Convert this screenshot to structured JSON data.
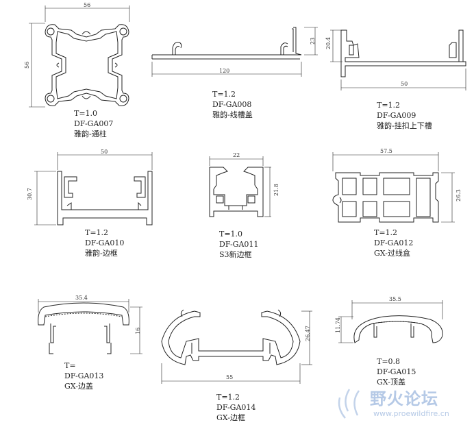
{
  "profiles": [
    {
      "id": "ga007",
      "lines": [
        "T=1.0",
        "DF-GA007",
        "雅韵-通柱"
      ],
      "dims": [
        "56",
        "56"
      ]
    },
    {
      "id": "ga008",
      "lines": [
        "T=1.2",
        "DF-GA008",
        "雅韵-线槽盖"
      ],
      "dims": [
        "23",
        "120"
      ]
    },
    {
      "id": "ga009",
      "lines": [
        "T=1.2",
        "DF-GA009",
        "雅韵-挂扣上下槽"
      ],
      "dims": [
        "20.4",
        "50"
      ]
    },
    {
      "id": "ga010",
      "lines": [
        "T=1.2",
        "DF-GA010",
        "雅韵-边框"
      ],
      "dims": [
        "50",
        "30.7"
      ]
    },
    {
      "id": "ga011",
      "lines": [
        "T=1.0",
        "DF-GA011",
        "S3新边框"
      ],
      "dims": [
        "22",
        "21.8"
      ]
    },
    {
      "id": "ga012",
      "lines": [
        "T=1.2",
        "DF-GA012",
        "GX-过线盒"
      ],
      "dims": [
        "57.5",
        "26.3"
      ]
    },
    {
      "id": "ga013",
      "lines": [
        "T=",
        "DF-GA013",
        "GX-边盖"
      ],
      "dims": [
        "35.4",
        "16"
      ]
    },
    {
      "id": "ga014",
      "lines": [
        "T=1.2",
        "DF-GA014",
        "GX-边框"
      ],
      "dims": [
        "26.47",
        "55"
      ]
    },
    {
      "id": "ga015",
      "lines": [
        "T=0.8",
        "DF-GA015",
        "GX-顶盖"
      ],
      "dims": [
        "35.5",
        "11.74"
      ]
    }
  ],
  "watermark": {
    "text": "野火论坛",
    "url": "www.proewildfire.cn"
  },
  "colors": {
    "line": "#222222",
    "watermark": "#b5c9e6"
  }
}
